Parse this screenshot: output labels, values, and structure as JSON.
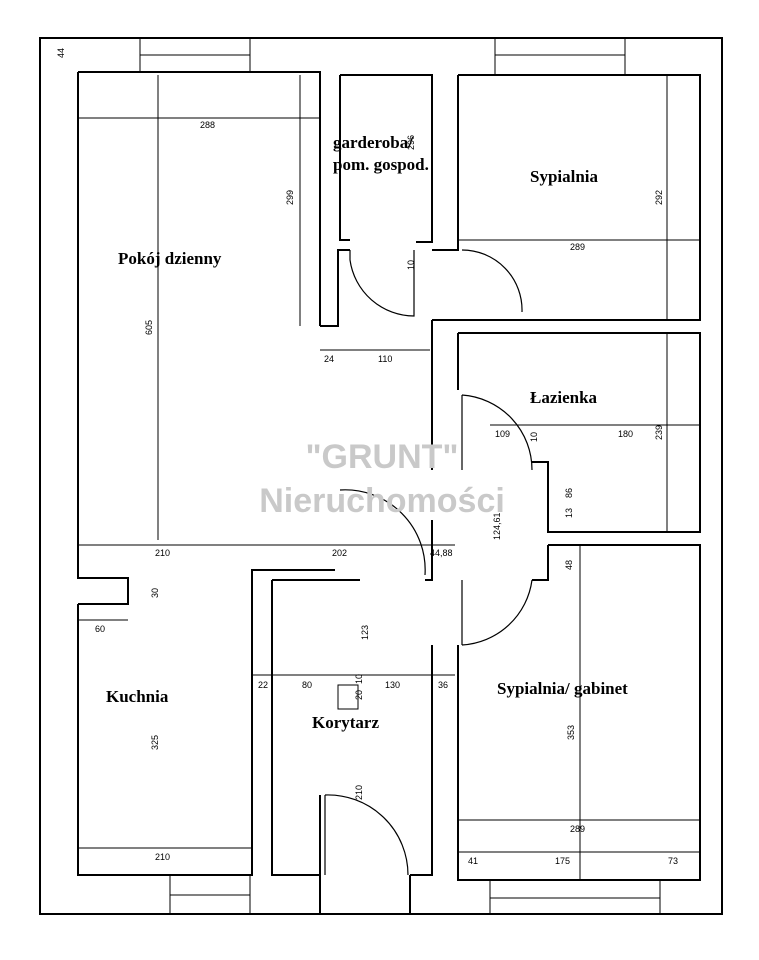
{
  "rooms": {
    "living": "Pokój dzienny",
    "wardrobe_line1": "garderoba/",
    "wardrobe_line2": "pom. gospod.",
    "bedroom1": "Sypialnia",
    "bathroom": "Łazienka",
    "kitchen": "Kuchnia",
    "corridor": "Korytarz",
    "bedroom2": "Sypialnia/ gabinet"
  },
  "watermark": {
    "line1": "\"GRUNT\"",
    "line2": "Nieruchomości"
  },
  "dimensions": {
    "d44": "44",
    "d288": "288",
    "d299": "299",
    "d605": "605",
    "d296": "296",
    "d10a": "10",
    "d24": "24",
    "d110": "110",
    "d289": "289",
    "d292": "292",
    "d109": "109",
    "d10b": "10",
    "d180": "180",
    "d239": "239",
    "d13": "13",
    "d86": "86",
    "d124": "124,61",
    "d210a": "210",
    "d202": "202",
    "d4488": "44,88",
    "d48": "48",
    "d30": "30",
    "d60": "60",
    "d123": "123",
    "d22": "22",
    "d80": "80",
    "d20": "20",
    "d10c": "10",
    "d130": "130",
    "d36": "36",
    "d325": "325",
    "d210b": "210",
    "d353": "353",
    "d210c": "210",
    "d289b": "289",
    "d41": "41",
    "d175": "175",
    "d73": "73"
  }
}
